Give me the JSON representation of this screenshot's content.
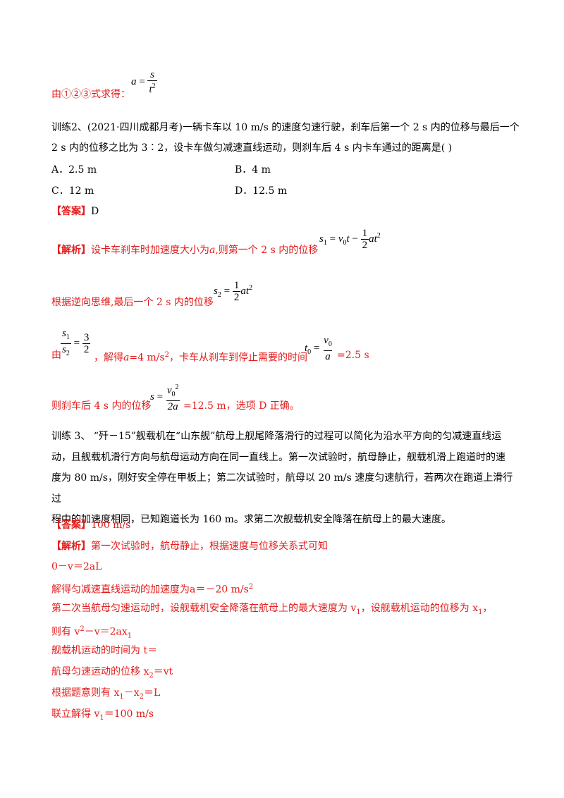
{
  "intro": {
    "label": "由①②③式求得：",
    "formula_lhs": "a",
    "formula_num": "s",
    "formula_den": "t",
    "formula_den_exp": "2"
  },
  "q2": {
    "title": "训练2、(2021·四川成都月考)一辆卡车以 10  m/s  的速度匀速行驶，刹车后第一个 2  s 内的位移与最后一个",
    "title_cont": "2  s 内的位移之比为 3∶2，设卡车做匀减速直线运动，则刹车后 4  s 内卡车通过的距离是(        )",
    "options": [
      {
        "letter": "A．",
        "value": "2.5  m"
      },
      {
        "letter": "B．",
        "value": "4  m"
      },
      {
        "letter": "C．",
        "value": "12  m"
      },
      {
        "letter": "D．",
        "value": "12.5  m"
      }
    ],
    "answer_label": "【答案】",
    "answer_value": "D",
    "analysis_label": "【解析】",
    "line1": "设卡车刹车时加速度大小为",
    "line1_var": "a",
    "line1_end": ",则第一个 2  s 内的位移",
    "f1": {
      "lhs": "s",
      "lhs_sub": "1",
      "rhs_a": "v",
      "rhs_a_sub": "0",
      "rhs_t": "t",
      "minus": "−",
      "half_num": "1",
      "half_den": "2",
      "at2": "at",
      "exp": "2"
    },
    "line2": "根据逆向思维,最后一个 2  s 内的位移",
    "f2": {
      "lhs": "s",
      "lhs_sub": "2",
      "half_num": "1",
      "half_den": "2",
      "at2": "at",
      "exp": "2"
    },
    "line3_pre": "由",
    "f3": {
      "num": "s",
      "num_sub": "1",
      "den": "s",
      "den_sub": "2",
      "rhs_num": "3",
      "rhs_den": "2"
    },
    "line3_mid": "，解得",
    "line3_a": "a",
    "line3_val": "=4  m/s",
    "line3_exp": "2",
    "line3_end": "，卡车从刹车到停止需要的时间",
    "f4": {
      "lhs": "t",
      "lhs_sub": "0",
      "num": "v",
      "num_sub": "0",
      "den": "a"
    },
    "line3_result": "=2.5  s",
    "line4_pre": "则刹车后 4  s 内的位移",
    "f5": {
      "lhs": "s",
      "num": "v",
      "num_sub": "0",
      "num_exp": "2",
      "den": "2a"
    },
    "line4_end": "=12.5  m，选项 D 正确。"
  },
  "q3": {
    "title_lines": [
      "训练 3、  “歼－15”舰载机在“山东舰”航母上舰尾降落滑行的过程可以简化为沿水平方向的匀减速直线运",
      "动，且舰载机滑行方向与航母运动方向在同一直线上。第一次试验时，航母静止，舰载机滑上跑道时的速",
      "度为 80 m/s，刚好安全停在甲板上；第二次试验时，航母以 20 m/s 速度匀速航行，若两次在跑道上滑行过",
      "程中的加速度相同，已知跑道长为 160 m。求第二次舰载机安全降落在航母上的最大速度。"
    ],
    "answer_label": "【答案】",
    "answer_value": "100 m/s",
    "analysis_label": "【解析】",
    "analysis_first": "第一次试验时，航母静止，根据速度与位移关系式可知",
    "eq1": "0－v＝2aL",
    "eq2_pre": "解得匀减速直线运动的加速度为",
    "eq2_val": "a＝－20 m/s",
    "eq2_exp": "2",
    "eq3": "第二次当航母匀速运动时，设舰载机安全降落在航母上的最大速度为 v",
    "eq3_sub": "1",
    "eq3_mid": "，设舰载机运动的位移为 x",
    "eq3_sub2": "1",
    "eq3_end": "，",
    "eq4_pre": "则有 v",
    "eq4_exp": "2",
    "eq4_mid": "－v＝2ax",
    "eq4_sub": "1",
    "eq5": "舰载机运动的时间为 t＝",
    "eq6_pre": "航母匀速运动的位移 x",
    "eq6_sub": "2",
    "eq6_end": "＝vt",
    "eq7_pre": "根据题意则有 x",
    "eq7_sub1": "1",
    "eq7_mid": "－x",
    "eq7_sub2": "2",
    "eq7_end": "＝L",
    "eq8_pre": "联立解得 v",
    "eq8_sub": "1",
    "eq8_end": "＝100 m/s"
  }
}
